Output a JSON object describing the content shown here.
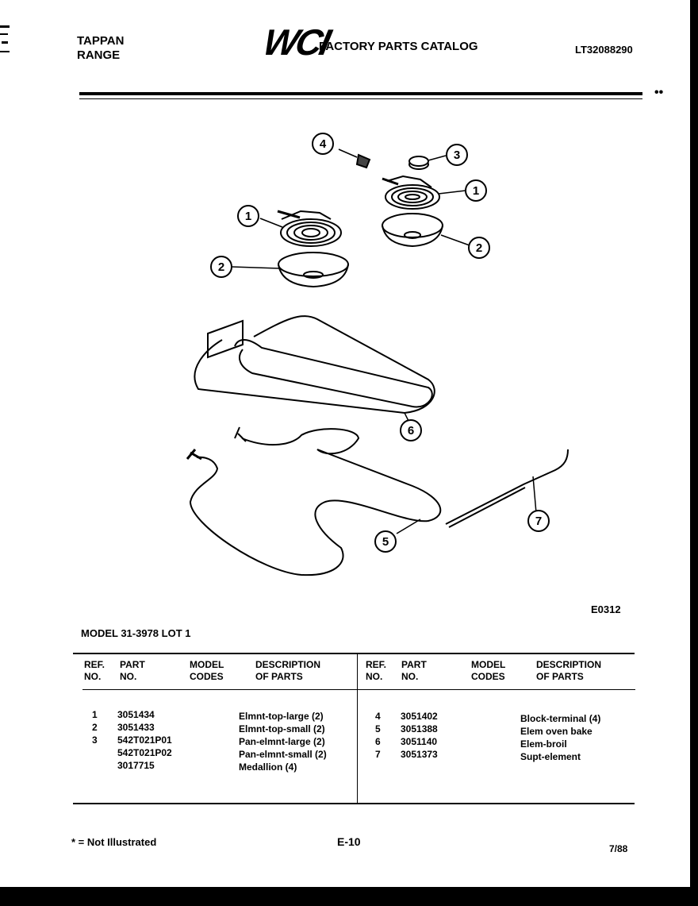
{
  "header": {
    "brand_line1": "TAPPAN",
    "brand_line2": "RANGE",
    "logo_text": "WCI",
    "catalog_title": "FACTORY PARTS CATALOG",
    "catalog_number": "LT32088290"
  },
  "diagram": {
    "figure_code": "E0312",
    "callouts": [
      "4",
      "3",
      "1",
      "1",
      "2",
      "2",
      "6",
      "5",
      "7"
    ]
  },
  "model_line": "MODEL 31-3978 LOT 1",
  "table": {
    "headers": {
      "ref_no": [
        "REF.",
        "NO."
      ],
      "part_no": [
        "PART",
        "NO."
      ],
      "model_codes": [
        "MODEL",
        "CODES"
      ],
      "description": [
        "DESCRIPTION",
        "OF PARTS"
      ]
    },
    "left_rows": [
      {
        "ref": "1",
        "part": "3051434",
        "desc": "Elmnt-top-large (2)"
      },
      {
        "ref": "",
        "part": "3051433",
        "desc": "Elmnt-top-small (2)"
      },
      {
        "ref": "2",
        "part": "542T021P01",
        "desc": "Pan-elmnt-large (2)"
      },
      {
        "ref": "",
        "part": "542T021P02",
        "desc": "Pan-elmnt-small (2)"
      },
      {
        "ref": "3",
        "part": "3017715",
        "desc": "Medallion (4)"
      }
    ],
    "right_rows": [
      {
        "ref": "4",
        "part": "3051402",
        "desc": "Block-terminal (4)"
      },
      {
        "ref": "5",
        "part": "3051388",
        "desc": "Elem oven bake"
      },
      {
        "ref": "6",
        "part": "3051140",
        "desc": "Elem-broil"
      },
      {
        "ref": "7",
        "part": "3051373",
        "desc": "Supt-element"
      }
    ]
  },
  "footer": {
    "note": "* = Not Illustrated",
    "page": "E-10",
    "date": "7/88"
  }
}
